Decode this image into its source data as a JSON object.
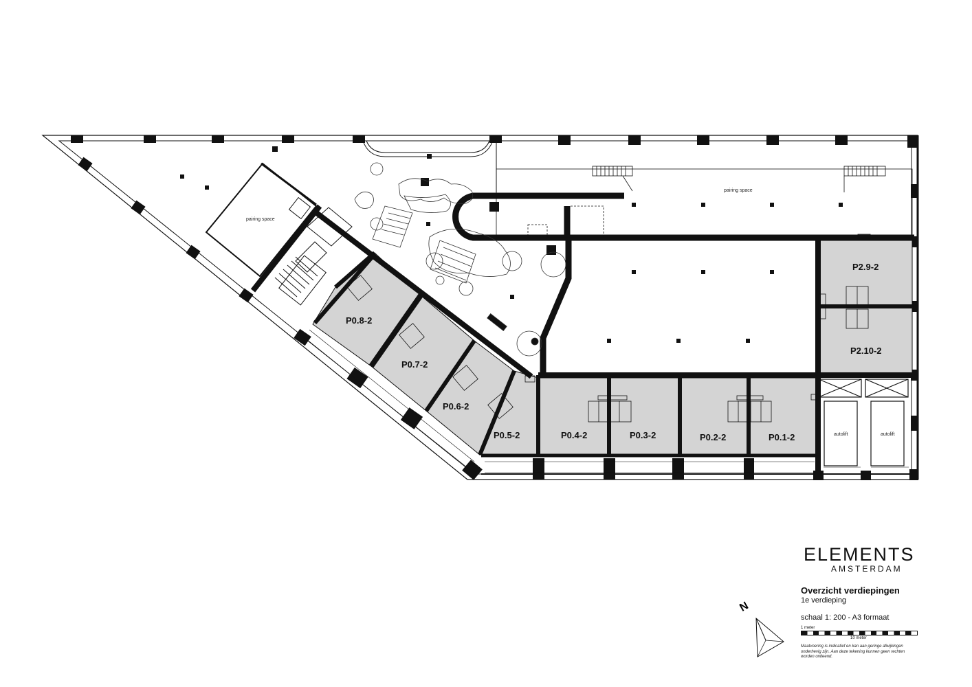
{
  "plan": {
    "units": [
      {
        "id": "P0.8-2"
      },
      {
        "id": "P0.7-2"
      },
      {
        "id": "P0.6-2"
      },
      {
        "id": "P0.5-2"
      },
      {
        "id": "P0.4-2"
      },
      {
        "id": "P0.3-2"
      },
      {
        "id": "P0.2-2"
      },
      {
        "id": "P0.1-2"
      },
      {
        "id": "P2.9-2"
      },
      {
        "id": "P2.10-2"
      }
    ],
    "pairing_space_left": "pairing space",
    "pairing_space_top": "pairing space",
    "autolift_1": "autolift",
    "autolift_2": "autolift"
  },
  "legend": {
    "brand": "ELEMENTS",
    "brand_sub": "AMSTERDAM",
    "title": "Overzicht verdiepingen",
    "subtitle": "1e verdieping",
    "scale": "schaal 1: 200 - A3 formaat",
    "scalebar_top": "1 meter",
    "scalebar_bottom": "10 meter",
    "disclaimer": "Maatvoering is indicatief en kan aan geringe afwijkingen onderhevig zijn. Aan deze tekening kunnen geen rechten worden ontleend.",
    "north": "N"
  }
}
